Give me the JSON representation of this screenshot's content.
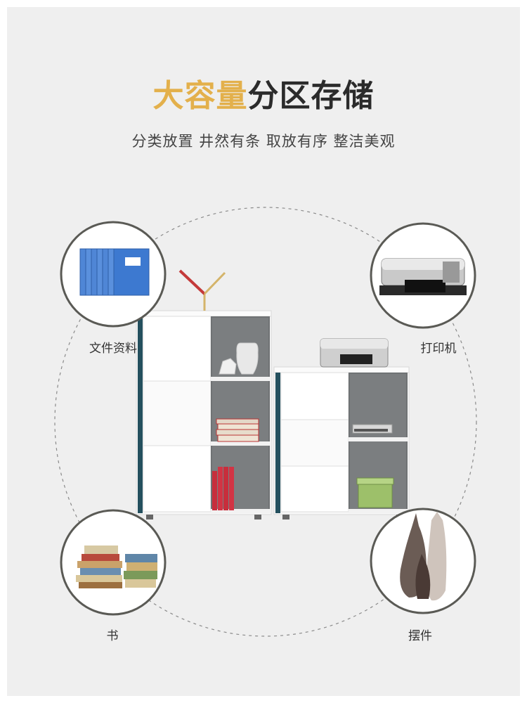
{
  "heading": {
    "accent": "大容量",
    "rest": "分区存储"
  },
  "subtitle": "分类放置 井然有条 取放有序 整洁美观",
  "labels": {
    "documents": "文件资料",
    "printer": "打印机",
    "books": "书",
    "ornaments": "摆件"
  },
  "colors": {
    "accent": "#e3b04b",
    "background": "#efefef",
    "cabinet_trim": "#24505e",
    "circle_border": "#5a5a55"
  }
}
